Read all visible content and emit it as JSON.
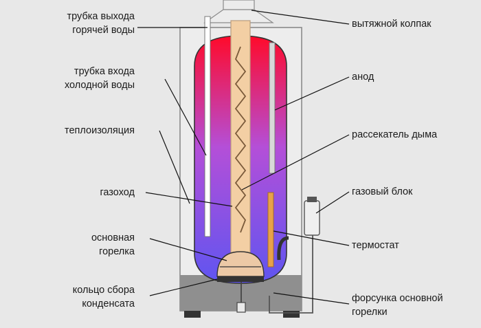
{
  "labels": {
    "hot_outlet": [
      "трубка выхода",
      "горячей воды"
    ],
    "cold_inlet": [
      "трубка входа",
      "холодной воды"
    ],
    "insulation": [
      "теплоизоляция"
    ],
    "flue": [
      "газоход"
    ],
    "main_burner": [
      "основная",
      "горелка"
    ],
    "condensate_ring": [
      "кольцо сбора",
      "конденсата"
    ],
    "exhaust_hood": [
      "вытяжной колпак"
    ],
    "anode": [
      "анод"
    ],
    "smoke_divider": [
      "рассекатель дыма"
    ],
    "gas_block": [
      "газовый блок"
    ],
    "thermostat": [
      "термостат"
    ],
    "burner_nozzle": [
      "форсунка основной",
      "горелки"
    ]
  },
  "colors": {
    "tank_top": "#ff0a2a",
    "tank_mid": "#b44fd8",
    "tank_bottom": "#5f55f0",
    "casing": "#ededed",
    "casing_stroke": "#8a8a8a",
    "base": "#8f8f8f",
    "flue": "#f3cfa4",
    "burner": "#ecc9a6"
  }
}
